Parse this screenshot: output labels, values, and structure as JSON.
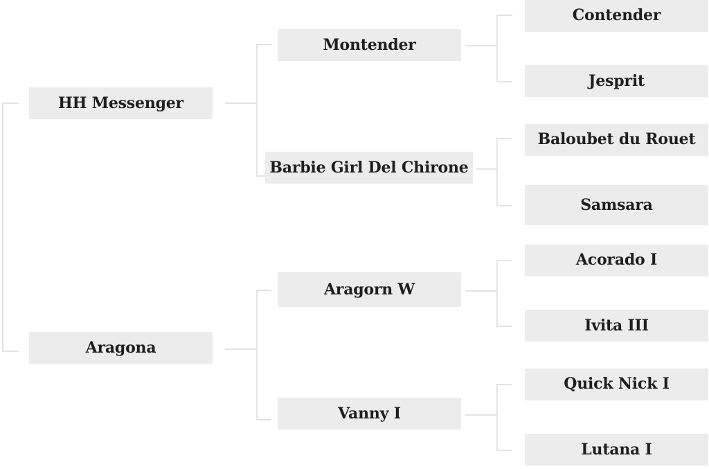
{
  "pedigree": {
    "sire": "HH Messenger",
    "dam": "Aragona",
    "sire_sire": "Montender",
    "sire_dam": "Barbie Girl Del Chirone",
    "dam_sire": "Aragorn W",
    "dam_dam": "Vanny I",
    "sire_sire_sire": "Contender",
    "sire_sire_dam": "Jesprit",
    "sire_dam_sire": "Baloubet du Rouet",
    "sire_dam_dam": "Samsara",
    "dam_sire_sire": "Acorado I",
    "dam_sire_dam": "Ivita III",
    "dam_dam_sire": "Quick Nick I",
    "dam_dam_dam": "Lutana I"
  },
  "colors": {
    "box_background": "#ececec",
    "text": "#1e1e1e",
    "connector": "#e3e3e3"
  }
}
